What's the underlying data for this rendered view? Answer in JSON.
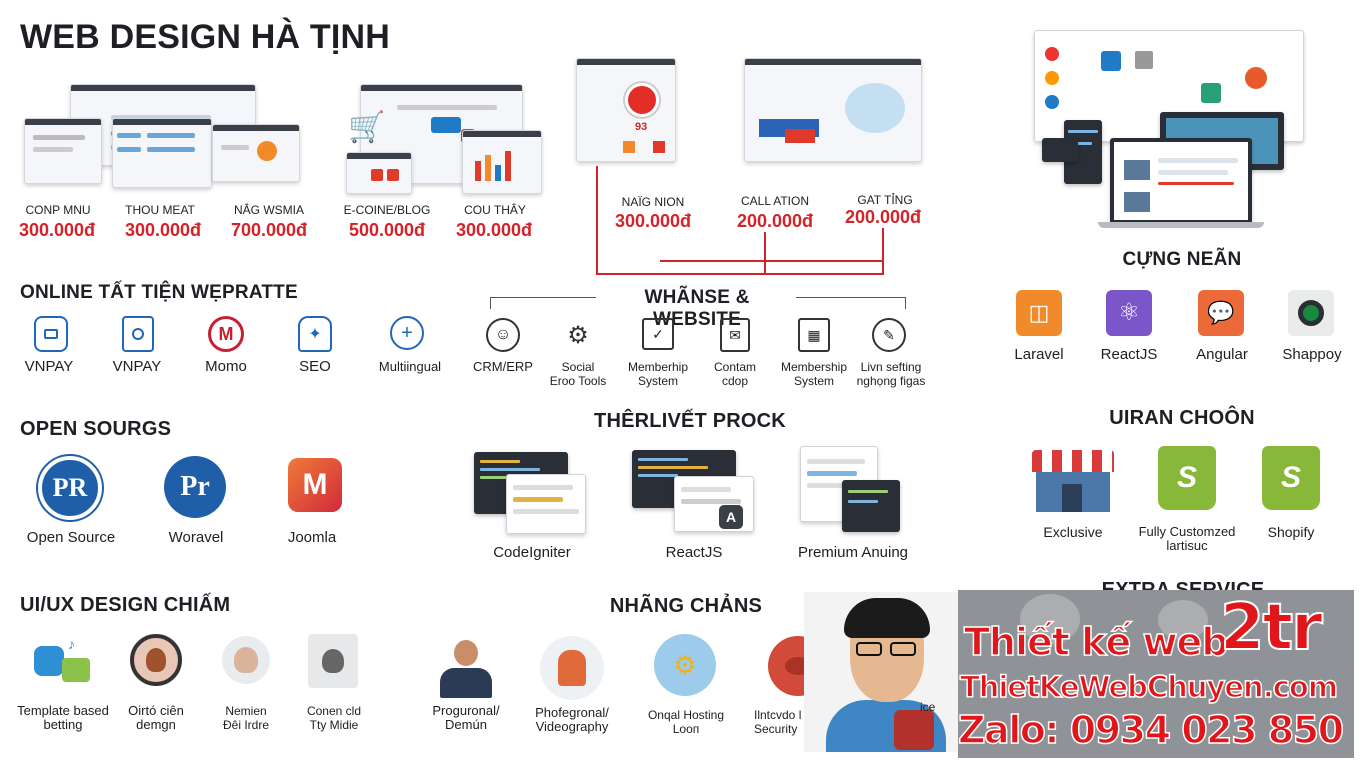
{
  "title": "WEB DESIGN HÀ TỊNH",
  "pricing": [
    {
      "label": "CONP MNU",
      "price": "300.000đ"
    },
    {
      "label": "THOU MEAT",
      "price": "300.000đ"
    },
    {
      "label": "NẮG WSMIA",
      "price": "700.000đ"
    },
    {
      "label": "E-COINE/BLOG",
      "price": "500.000đ"
    },
    {
      "label": "COU THÂY",
      "price": "300.000đ"
    },
    {
      "label": "NAÏG NION",
      "price": "300.000đ"
    },
    {
      "label": "CALL ATION",
      "price": "200.000đ"
    },
    {
      "label": "GAT TỈNG",
      "price": "200.000đ"
    }
  ],
  "online": {
    "heading": "ONLINE TẤT TIỆN WẸPRATTE",
    "items": [
      "VNPAY",
      "VNPAY",
      "Momo",
      "SEO",
      "Multiingual"
    ]
  },
  "whanse": {
    "heading": "WHÃNSE & WEBSITE",
    "items": [
      {
        "line1": "CRM/ERP",
        "line2": ""
      },
      {
        "line1": "Social",
        "line2": "Eroo Tools"
      },
      {
        "line1": "Memberhip",
        "line2": "System"
      },
      {
        "line1": "Contam",
        "line2": "cdop"
      },
      {
        "line1": "Membership",
        "line2": "System"
      },
      {
        "line1": "Livn sefting",
        "line2": "nghọng figas"
      }
    ]
  },
  "cung": {
    "heading": "CỰNG NEÃN",
    "items": [
      "Laravel",
      "ReactJS",
      "Angular",
      "Shappoy"
    ]
  },
  "open": {
    "heading": "OPEN SOURGS",
    "items": [
      {
        "glyph": "PR",
        "label": "Open Source"
      },
      {
        "glyph": "Pr",
        "label": "Woravel"
      },
      {
        "glyph": "M",
        "label": "Joomla"
      }
    ]
  },
  "therliv": {
    "heading": "THÊRLIVẾT PROCK",
    "items": [
      "CodeIgniter",
      "ReactJS",
      "Premium Anuing"
    ],
    "badge": "A"
  },
  "uiran": {
    "heading": "UIRAN CHOÔN",
    "items": [
      {
        "line1": "Exclusive",
        "line2": ""
      },
      {
        "line1": "Fully Customzed",
        "line2": "lartisuc"
      },
      {
        "line1": "Shopify",
        "line2": ""
      }
    ],
    "shopify_glyph": "S"
  },
  "uiux": {
    "heading": "UI/UX DESIGN CHIẤM",
    "items": [
      {
        "line1": "Template based",
        "line2": "betting"
      },
      {
        "line1": "Oirtó ciên",
        "line2": "demgn"
      },
      {
        "line1": "Nemien",
        "line2": "Đêi Irdre"
      },
      {
        "line1": "Conen cld",
        "line2": "Tty Midie"
      }
    ]
  },
  "nhang": {
    "heading": "NHÃNG CHẢNS",
    "items": [
      {
        "line1": "Proguronal/",
        "line2": "Demún"
      },
      {
        "line1": "Phofegronal/",
        "line2": "Videography"
      },
      {
        "line1": "Onqal Hosting",
        "line2": "Looп"
      },
      {
        "line1": "Ilntcvdo l",
        "line2": "Security"
      }
    ]
  },
  "extra": {
    "heading": "EXTRA SERVICE",
    "partial": "ice"
  },
  "mock_price": "93",
  "banner": {
    "line1": "Thiết kế web",
    "big": "2tr",
    "line2": "ThietKeWebChuyen.com",
    "line3": "Zalo: 0934 023 850"
  },
  "colors": {
    "price": "#d4242a",
    "heading": "#1e1e24",
    "banner_text": "#e0161b",
    "banner_bg": "#8f9296"
  }
}
